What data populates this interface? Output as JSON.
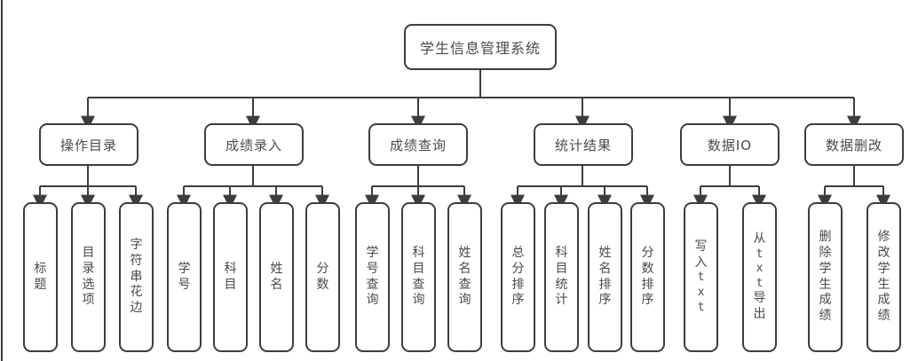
{
  "diagram": {
    "title": "学生信息管理系统",
    "type": "organization-tree",
    "colors": {
      "border": "#3d3d3d",
      "text": "#4a4a4a",
      "background": "#ffffff",
      "connector": "#3d3d3d"
    },
    "root": {
      "label": "学生信息管理系统"
    },
    "branches": [
      {
        "label": "操作目录",
        "leaves": [
          {
            "label": "标题",
            "chars": [
              "标",
              "题"
            ]
          },
          {
            "label": "目录选项",
            "chars": [
              "目",
              "录",
              "选",
              "项"
            ]
          },
          {
            "label": "字符串花边",
            "chars": [
              "字",
              "符",
              "串",
              "花",
              "边"
            ]
          }
        ]
      },
      {
        "label": "成绩录入",
        "leaves": [
          {
            "label": "学号",
            "chars": [
              "学",
              "号"
            ]
          },
          {
            "label": "科目",
            "chars": [
              "科",
              "目"
            ]
          },
          {
            "label": "姓名",
            "chars": [
              "姓",
              "名"
            ]
          },
          {
            "label": "分数",
            "chars": [
              "分",
              "数"
            ]
          }
        ]
      },
      {
        "label": "成绩查询",
        "leaves": [
          {
            "label": "学号查询",
            "chars": [
              "学",
              "号",
              "查",
              "询"
            ]
          },
          {
            "label": "科目查询",
            "chars": [
              "科",
              "目",
              "查",
              "询"
            ]
          },
          {
            "label": "姓名查询",
            "chars": [
              "姓",
              "名",
              "查",
              "询"
            ]
          }
        ]
      },
      {
        "label": "统计结果",
        "leaves": [
          {
            "label": "总分排序",
            "chars": [
              "总",
              "分",
              "排",
              "序"
            ]
          },
          {
            "label": "科目统计",
            "chars": [
              "科",
              "目",
              "统",
              "计"
            ]
          },
          {
            "label": "姓名排序",
            "chars": [
              "姓",
              "名",
              "排",
              "序"
            ]
          },
          {
            "label": "分数排序",
            "chars": [
              "分",
              "数",
              "排",
              "序"
            ]
          }
        ]
      },
      {
        "label": "数据IO",
        "leaves": [
          {
            "label": "写入txt",
            "chars": [
              "写",
              "入",
              "t",
              "x",
              "t"
            ]
          },
          {
            "label": "从txt导出",
            "chars": [
              "从",
              "t",
              "x",
              "t",
              "导",
              "出"
            ]
          }
        ]
      },
      {
        "label": "数据删改",
        "leaves": [
          {
            "label": "删除学生成绩",
            "chars": [
              "删",
              "除",
              "学",
              "生",
              "成",
              "绩"
            ]
          },
          {
            "label": "修改学生成绩",
            "chars": [
              "修",
              "改",
              "学",
              "生",
              "成",
              "绩"
            ]
          }
        ]
      }
    ]
  }
}
